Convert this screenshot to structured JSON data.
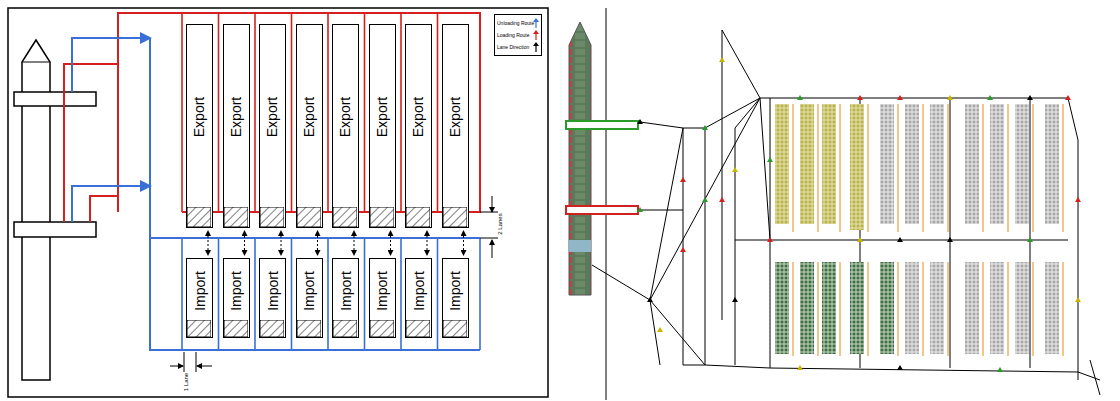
{
  "diagram": {
    "nodes": [
      {
        "text": [
          "Export"
        ]
      },
      {
        "text": [
          "Export"
        ]
      },
      {
        "text": [
          "Export"
        ]
      },
      {
        "text": [
          "Export"
        ]
      },
      {
        "text": [
          "Export"
        ]
      },
      {
        "text": [
          "Export"
        ]
      },
      {
        "text": [
          "Export"
        ]
      },
      {
        "text": [
          "Export"
        ]
      },
      {
        "text": [
          "Import"
        ]
      },
      {
        "text": [
          "Import"
        ]
      },
      {
        "text": [
          "Import"
        ]
      },
      {
        "text": [
          "Import"
        ]
      },
      {
        "text": [
          "Import"
        ]
      },
      {
        "text": [
          "Import"
        ]
      },
      {
        "text": [
          "Import"
        ]
      },
      {
        "text": [
          "Import"
        ]
      }
    ],
    "labels": [
      "2 Lanes",
      "1 Lane"
    ],
    "legend": [
      {
        "text": "Unloading Route"
      },
      {
        "text": "Loading Route"
      },
      {
        "text": "Lane Direction"
      }
    ]
  }
}
